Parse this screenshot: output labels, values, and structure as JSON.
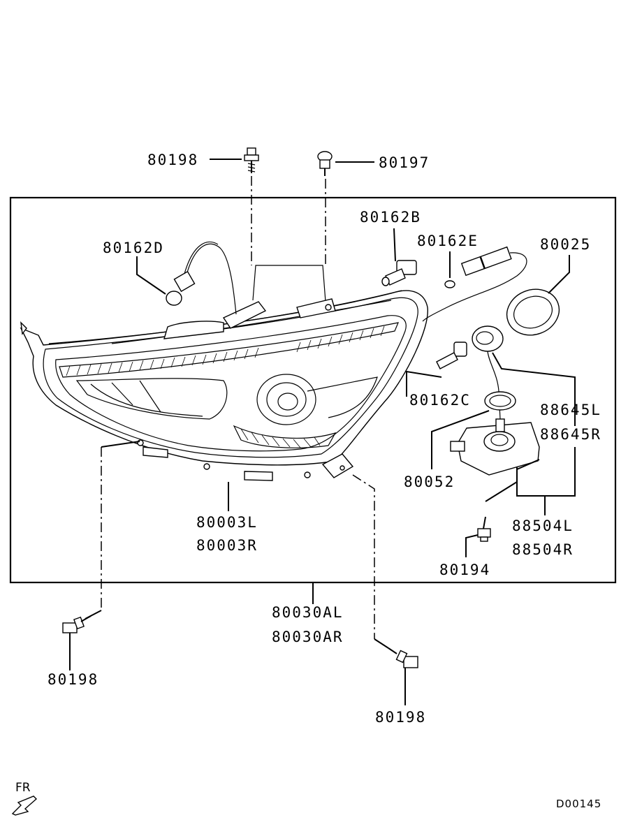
{
  "labels": {
    "p80198_top": "80198",
    "p80197": "80197",
    "p80162b": "80162B",
    "p80162e": "80162E",
    "p80162d": "80162D",
    "p80025": "80025",
    "p80162c": "80162C",
    "p88645l": "88645L",
    "p88645r": "88645R",
    "p80052": "80052",
    "p80003l": "80003L",
    "p80003r": "80003R",
    "p88504l": "88504L",
    "p88504r": "88504R",
    "p80194": "80194",
    "p80030al": "80030AL",
    "p80030ar": "80030AR",
    "p80198_left": "80198",
    "p80198_right": "80198"
  },
  "direction_marker": "FR",
  "diagram_code": "D00145"
}
